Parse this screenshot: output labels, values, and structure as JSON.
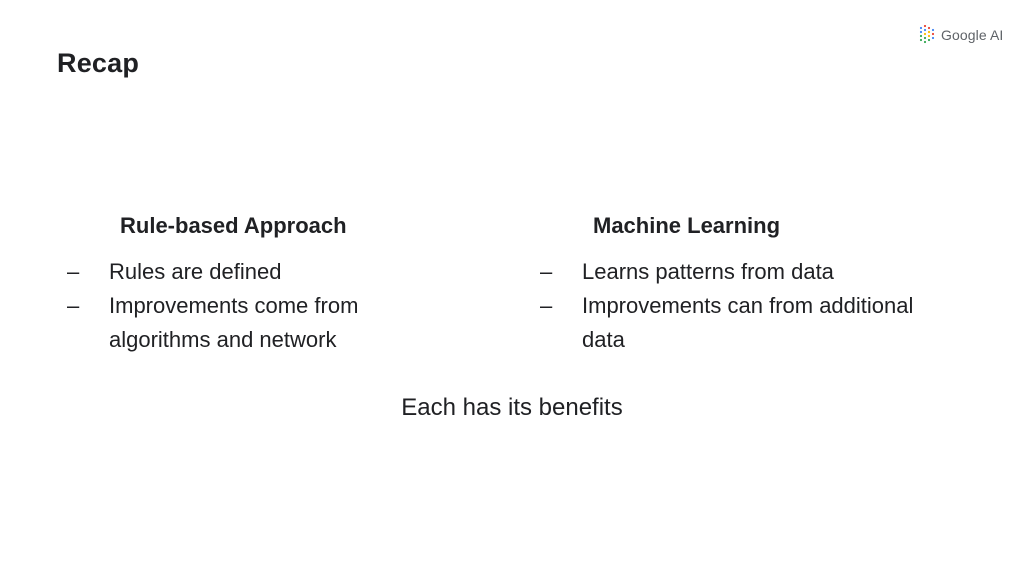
{
  "slide": {
    "title": "Recap",
    "brand": {
      "text": "Google AI",
      "icon": "google-ai-dots-icon"
    }
  },
  "columns": [
    {
      "heading": "Rule-based Approach",
      "bullets": [
        "Rules are defined",
        "Improvements come from algorithms and network"
      ]
    },
    {
      "heading": "Machine Learning",
      "bullets": [
        "Learns patterns from data",
        "Improvements can from additional data"
      ]
    }
  ],
  "footer": "Each has its benefits",
  "bullet_marker": "–",
  "colors": {
    "text": "#202124",
    "brand_text": "#5f6368"
  }
}
